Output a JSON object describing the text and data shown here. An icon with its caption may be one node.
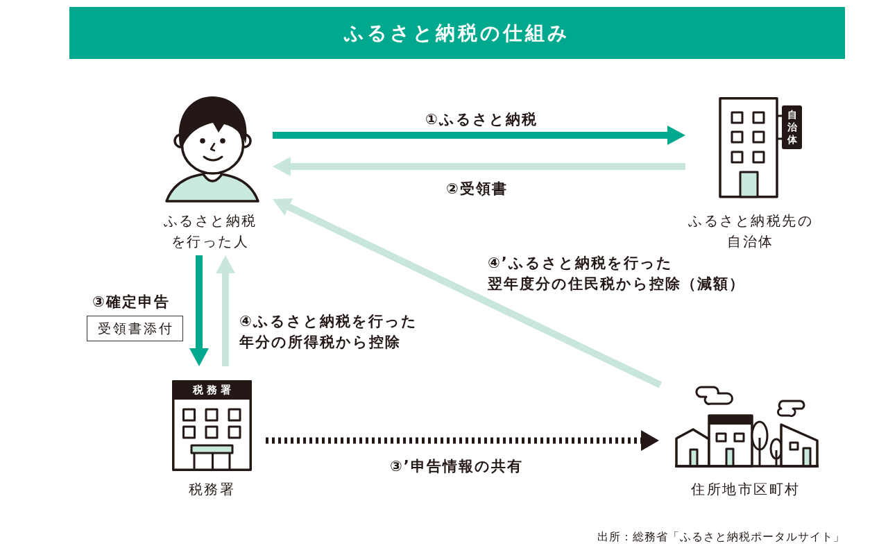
{
  "diagram": {
    "title": "ふるさと納税の仕組み",
    "nodes": [
      {
        "text": [
          "ふるさと納税を行った人"
        ]
      },
      {
        "text": [
          "自治体",
          "ふるさと納税先の自治体"
        ]
      },
      {
        "text": [
          "受領書添付"
        ]
      },
      {
        "text": [
          "税務署",
          "税務署"
        ]
      },
      {
        "text": [
          "住所地市区町村"
        ]
      }
    ],
    "edges": [
      {
        "from": 0,
        "to": 1,
        "arrow": "to",
        "label": "①ふるさと納税",
        "color": "#00a98e"
      },
      {
        "from": 1,
        "to": 0,
        "arrow": "to",
        "label": "②受領書"
      },
      {
        "from": 0,
        "to": 3,
        "arrow": "to",
        "label": "③確定申告",
        "color": "#00a98e"
      },
      {
        "from": 3,
        "to": 0,
        "arrow": "to",
        "label": "④ふるさと納税を行った年分の所得税から控除"
      },
      {
        "from": 4,
        "to": 0,
        "arrow": "to",
        "label": "④’ふるさと納税を行った翌年度分の住民税から控除（減額）"
      },
      {
        "from": 3,
        "to": 4,
        "arrow": "to",
        "label": "③’申告情報の共有",
        "style": "dashed",
        "color": "#231815"
      }
    ],
    "labels": [
      "出所：総務省「ふるさと納税ポータルサイト」"
    ]
  }
}
